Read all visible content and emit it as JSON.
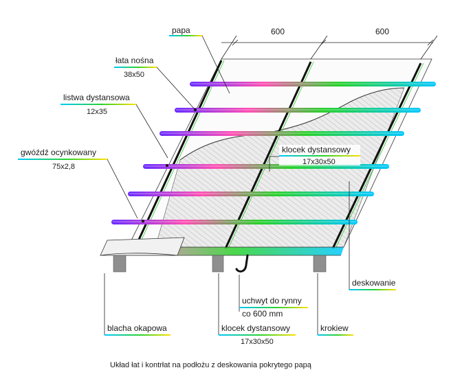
{
  "labels": {
    "papa": "papa",
    "lata_nosna": "łata nośna",
    "lata_nosna_size": "38x50",
    "listwa": "listwa dystansowa",
    "listwa_size": "12x35",
    "gwozdz": "gwóźdź ocynkowany",
    "gwozdz_size": "75x2,8",
    "klocek_top": "klocek dystansowy",
    "klocek_top_size": "17x30x50",
    "deskowanie": "deskowanie",
    "uchwyt": "uchwyt do rynny",
    "uchwyt_spacing": "co 600 mm",
    "blacha": "blacha okapowa",
    "klocek_bottom": "klocek dystansowy",
    "klocek_bottom_size": "17x30x50",
    "krokiew": "krokiew"
  },
  "dimensions": {
    "left": "600",
    "right": "600"
  },
  "caption": "Układ łat i kontrłat na podłożu z deskowania pokrytego papą",
  "colors": {
    "underline_gradient": [
      "#00c8ff",
      "#2ad12a",
      "#ffe100"
    ],
    "batten_gradient": [
      "#6a2cff",
      "#ff4fb3",
      "#2ad12a",
      "#00c8ff"
    ],
    "board_fill": "#e6e6e6",
    "rafter_fill": "#8f8f8f"
  }
}
